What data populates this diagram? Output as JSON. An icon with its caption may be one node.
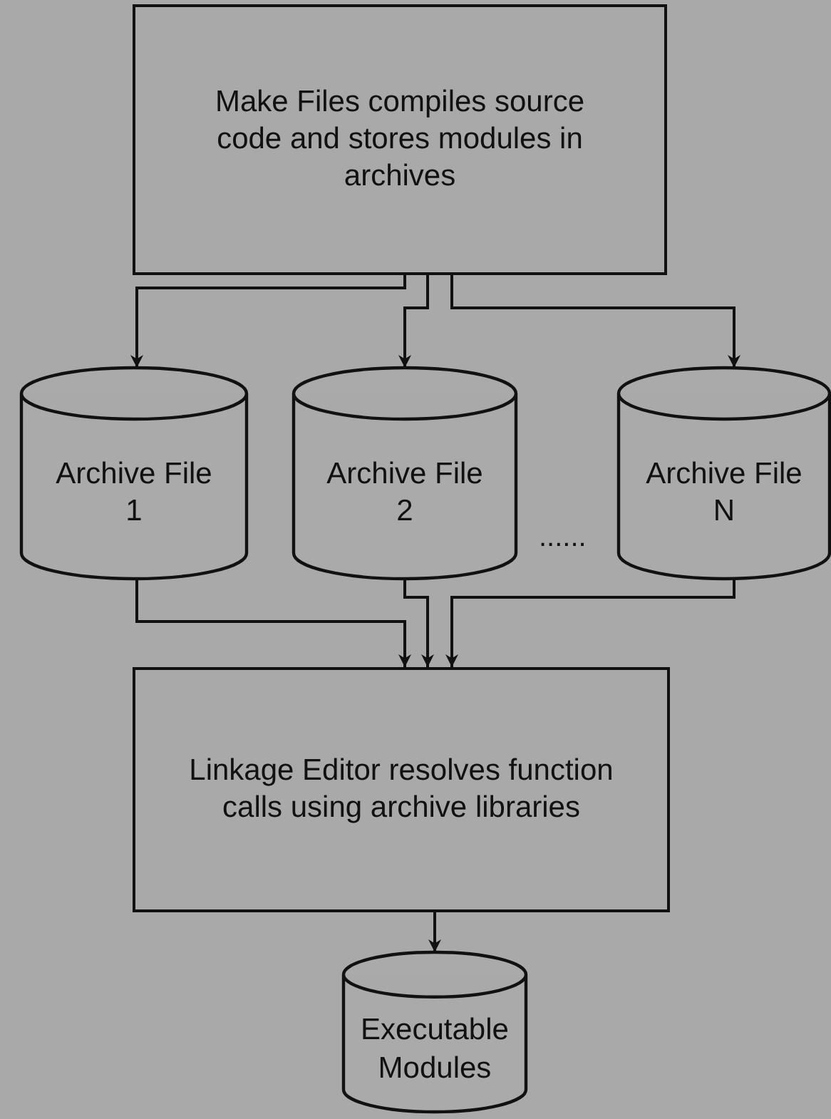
{
  "diagram": {
    "nodes": [
      {
        "text": [
          "Make Files compiles source code and stores modules in archives"
        ]
      },
      {
        "text": [
          "Archive File 1"
        ]
      },
      {
        "text": [
          "Archive File 2"
        ]
      },
      {
        "text": [
          "Archive File N"
        ]
      },
      {
        "text": [
          "Linkage Editor resolves function calls using archive libraries"
        ]
      },
      {
        "text": [
          "Executable Modules"
        ]
      }
    ],
    "edges": [
      {
        "from": 0,
        "to": 1,
        "arrow": "to"
      },
      {
        "from": 0,
        "to": 2,
        "arrow": "to"
      },
      {
        "from": 0,
        "to": 3,
        "arrow": "to"
      },
      {
        "from": 1,
        "to": 4,
        "arrow": "to"
      },
      {
        "from": 2,
        "to": 4,
        "arrow": "to"
      },
      {
        "from": 3,
        "to": 4,
        "arrow": "to"
      },
      {
        "from": 4,
        "to": 5,
        "arrow": "to"
      }
    ],
    "labels": [
      "......"
    ]
  }
}
